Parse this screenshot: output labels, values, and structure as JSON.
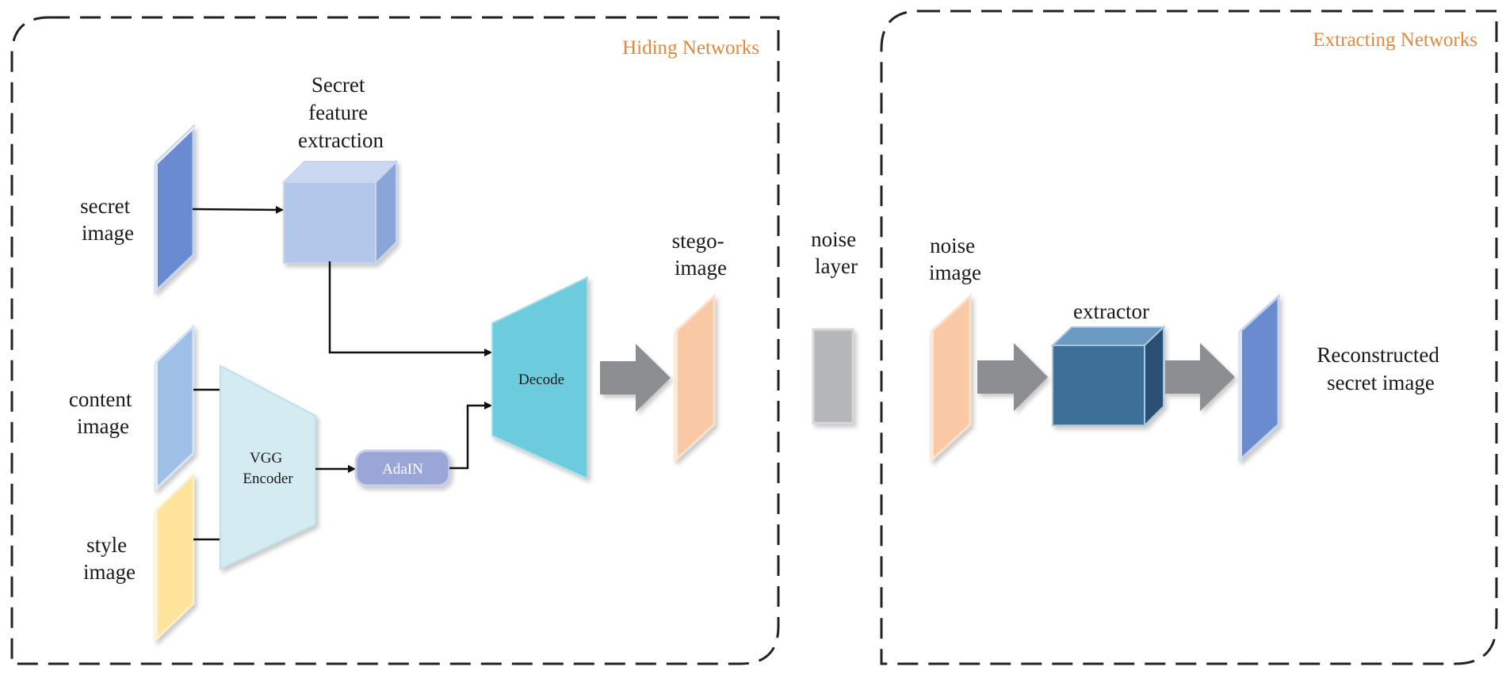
{
  "colors": {
    "accent_title": "#e8873a",
    "border": "#222222",
    "secret_plane": "#6a8bcf",
    "content_plane": "#9fc0e6",
    "style_plane": "#fde49a",
    "stego_plane": "#f9c8a5",
    "feature_cube": "#b3c7ea",
    "encoder": "#d5ebf2",
    "adain": "#9aa6d8",
    "decoder": "#6ccbdd",
    "arrow_fat": "#8c8e92",
    "noise_block": "#b5b6b8",
    "extractor_cube": "#3e6f98"
  },
  "hiding": {
    "title": "Hiding Networks",
    "secret_image_label": [
      "secret",
      "image"
    ],
    "feature_extraction_label": [
      "Secret",
      "feature",
      "extraction"
    ],
    "content_image_label": [
      "content",
      "image"
    ],
    "style_image_label": [
      "style",
      "image"
    ],
    "encoder_label": [
      "VGG",
      "Encoder"
    ],
    "adain_label": "AdaIN",
    "decoder_label": "Decode",
    "stego_label": [
      "stego-",
      "image"
    ]
  },
  "noise_layer_label": [
    "noise",
    "layer"
  ],
  "extracting": {
    "title": "Extracting Networks",
    "noise_image_label": [
      "noise",
      "image"
    ],
    "extractor_label": "extractor",
    "reconstructed_label": [
      "Reconstructed",
      "secret image"
    ]
  }
}
